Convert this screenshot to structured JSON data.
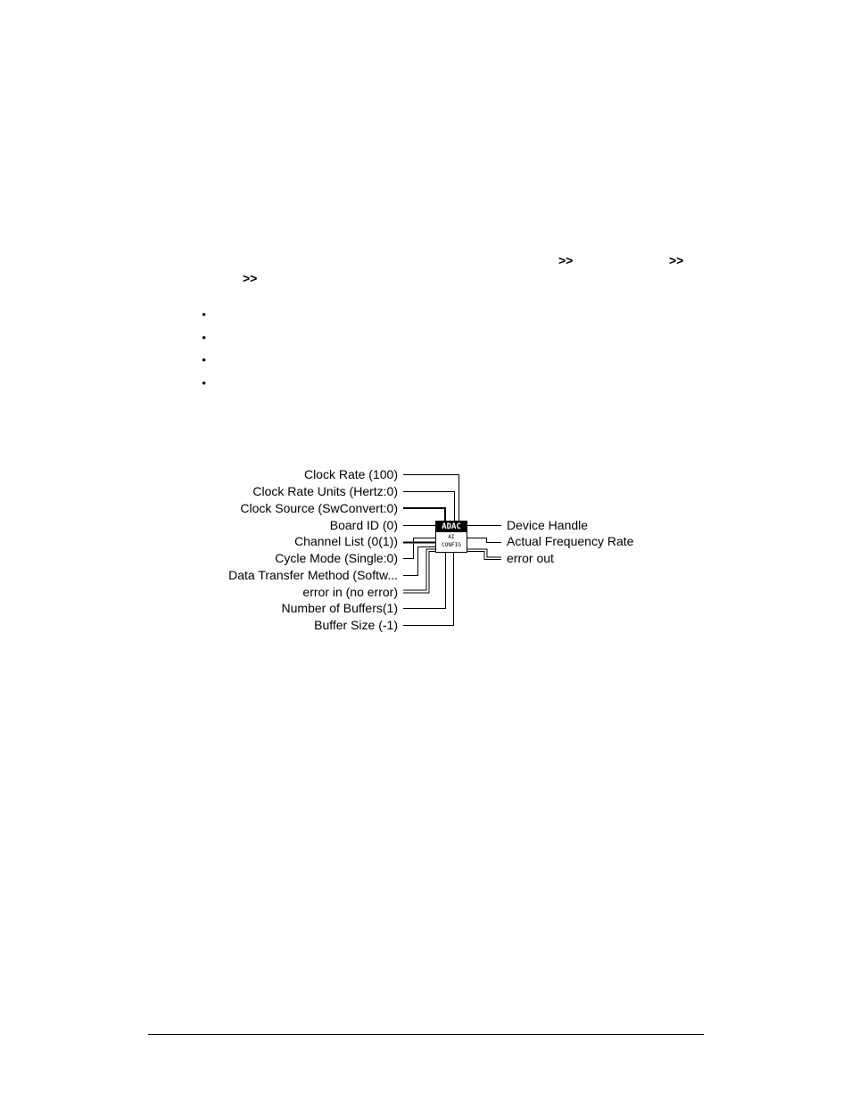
{
  "nav": {
    "chevron": ">>"
  },
  "bullets": [
    "•",
    "•",
    "•",
    "•"
  ],
  "vi": {
    "icon_header": "ADAC",
    "icon_line1": "AI",
    "icon_line2": "CONFIG",
    "inputs": [
      "Clock Rate (100)",
      "Clock Rate Units (Hertz:0)",
      "Clock Source (SwConvert:0)",
      "Board ID (0)",
      "Channel List (0(1))",
      "Cycle Mode (Single:0)",
      "Data Transfer Method (Softw...",
      "error in (no error)",
      "Number of Buffers(1)",
      "Buffer Size (-1)"
    ],
    "outputs": [
      "Device Handle",
      "Actual Frequency Rate",
      "error out"
    ]
  }
}
